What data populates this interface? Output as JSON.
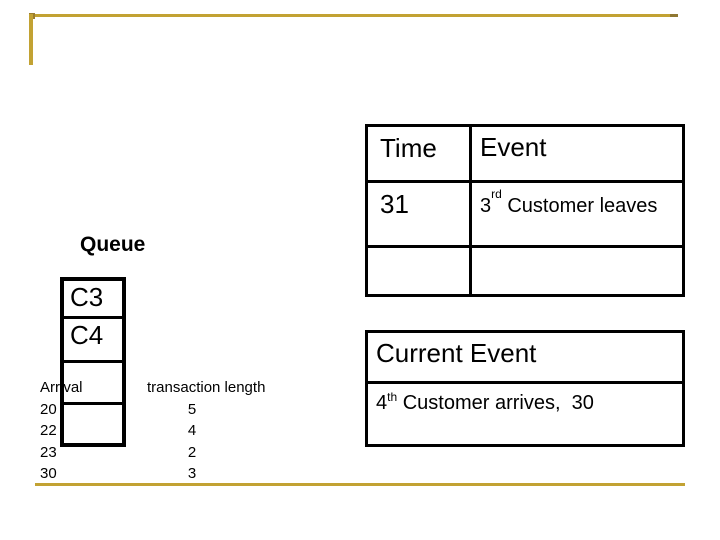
{
  "slide": {
    "colors": {
      "background": "#ffffff",
      "accent_gold": "#C2A233",
      "accent_gold_dark": "#8F7732",
      "line_black": "#000000"
    }
  },
  "event_table": {
    "headers": {
      "time": "Time",
      "event": "Event"
    },
    "rows": [
      {
        "time": "31",
        "event": {
          "num": "3",
          "sup": "rd",
          "rest": " Customer leaves"
        }
      },
      {
        "time": "",
        "event": {
          "num": "",
          "sup": "",
          "rest": ""
        }
      }
    ]
  },
  "queue": {
    "label": "Queue",
    "slots": [
      "C3",
      "C4",
      "",
      ""
    ]
  },
  "arrivals": {
    "col1_header": "Arrival",
    "col2_header": "transaction length",
    "rows": [
      {
        "arrival": "20",
        "length": "5"
      },
      {
        "arrival": "22",
        "length": "4"
      },
      {
        "arrival": "23",
        "length": "2"
      },
      {
        "arrival": "30",
        "length": "3"
      }
    ]
  },
  "current_event": {
    "title": "Current Event",
    "detail": {
      "num": "4",
      "sup": "th",
      "rest": " Customer arrives,  30"
    }
  }
}
